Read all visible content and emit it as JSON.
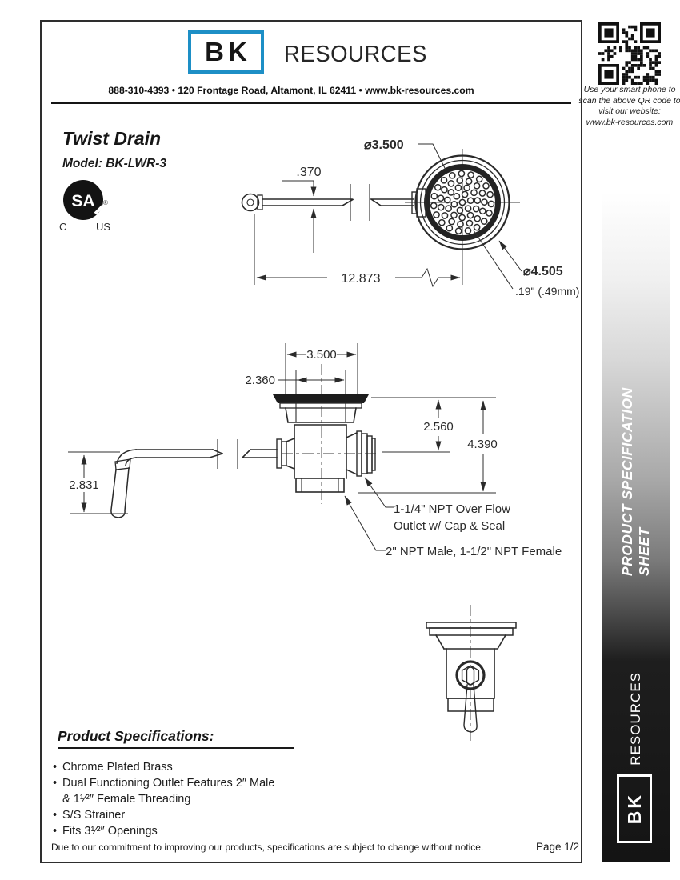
{
  "header": {
    "bk": "BK",
    "resources": "RESOURCES",
    "contact": "888-310-4393  •  120 Frontage Road, Altamont, IL 62411  •  www.bk-resources.com"
  },
  "qr": {
    "caption_lines": [
      "Use your smart phone to",
      "scan the above QR code to",
      "visit our website:",
      "www.bk-resources.com"
    ]
  },
  "product": {
    "title": "Twist Drain",
    "model": "Model: BK-LWR-3"
  },
  "csa": {
    "sa": "SA",
    "c": "C",
    "us": "US",
    "reg": "®"
  },
  "drawings": {
    "top": {
      "rod_thickness": ".370",
      "rod_length": "12.873",
      "dia_inner": "⌀3.500",
      "dia_outer": "⌀4.505",
      "hole_note": ".19\" (.49mm)"
    },
    "side": {
      "flange_w": "3.500",
      "opening_w": "2.360",
      "overflow_h": "2.560",
      "total_h": "4.390",
      "handle_h": "2.831",
      "overflow_label_1": "1-1/4\" NPT Over Flow",
      "overflow_label_2": "Outlet w/ Cap & Seal",
      "outlet_label": "2\" NPT Male, 1-1/2\" NPT Female"
    }
  },
  "sidebar": {
    "title": "PRODUCT SPECIFICATION SHEET",
    "bk": "BK",
    "resources": "RESOURCES"
  },
  "specs": {
    "heading": "Product Specifications:",
    "bullet": "•",
    "items": [
      "Chrome Plated Brass",
      "Dual Functioning Outlet Features 2″ Male",
      "& 1¹⁄²″ Female Threading",
      "S/S Strainer",
      "Fits 3¹⁄²″ Openings"
    ]
  },
  "footer": {
    "disclaimer": "Due to our commitment to improving our products, specifications are subject to change without notice.",
    "page": "Page 1/2"
  }
}
